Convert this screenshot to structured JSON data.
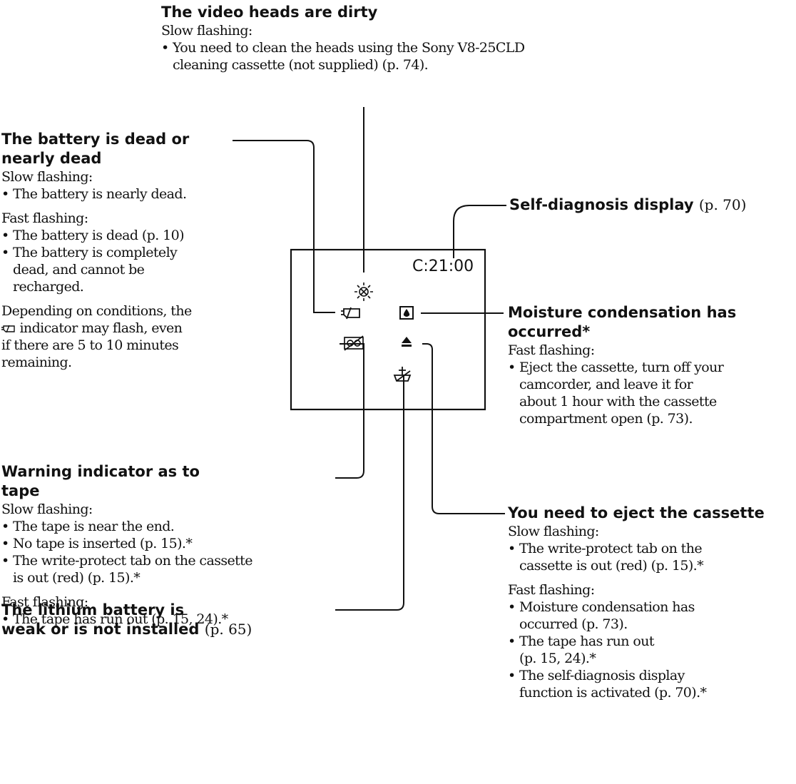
{
  "screen": {
    "counter": "C:21:00",
    "icons": [
      "dirty-heads-icon",
      "battery-icon",
      "moisture-icon",
      "tape-warning-icon",
      "eject-icon",
      "lithium-battery-icon"
    ]
  },
  "heads": {
    "title": "The video heads are dirty",
    "slow_label": "Slow flashing:",
    "items": [
      "You need to clean the heads using the Sony V8-25CLD",
      "cleaning cassette (not supplied) (p. 74)."
    ]
  },
  "battery": {
    "title_line1": "The battery is dead or",
    "title_line2": "nearly dead",
    "slow_label": "Slow flashing:",
    "slow_items": [
      "The battery is nearly dead."
    ],
    "fast_label": "Fast flashing:",
    "fast_items": [
      "The battery is dead (p. 10)",
      "The battery is completely",
      "dead, and cannot be",
      "recharged."
    ],
    "note_line1": "Depending on conditions, the",
    "note_line2": "indicator may flash, even",
    "note_line3": "if there are 5 to 10 minutes",
    "note_line4": "remaining."
  },
  "tape": {
    "title_line1": "Warning indicator as to",
    "title_line2": "tape",
    "slow_label": "Slow flashing:",
    "slow_items": [
      "The tape is near the end.",
      "No tape is inserted (p. 15).*",
      "The write-protect tab on the cassette",
      "is out (red) (p. 15).*"
    ],
    "fast_label": "Fast flashing:",
    "fast_items": [
      "The tape has run out (p. 15, 24).*"
    ]
  },
  "lithium": {
    "title_line1": "The lithium battery is",
    "title_line2": "weak or is not installed",
    "page_ref": "(p. 65)"
  },
  "selfdiag": {
    "title": "Self-diagnosis display",
    "page_ref": "(p. 70)"
  },
  "moisture": {
    "title_line1": "Moisture condensation has",
    "title_line2": "occurred*",
    "fast_label": "Fast flashing:",
    "items": [
      "Eject the cassette, turn off your",
      "camcorder, and leave it for",
      "about 1 hour with the cassette",
      "compartment open (p. 73)."
    ]
  },
  "eject": {
    "title": "You need to eject the cassette",
    "slow_label": "Slow flashing:",
    "slow_items": [
      "The write-protect tab on the",
      "cassette is out (red) (p. 15).*"
    ],
    "fast_label": "Fast flashing:",
    "fast_items": [
      "Moisture condensation has",
      "occurred (p. 73).",
      "The tape has run out",
      "(p. 15, 24).*",
      "The self-diagnosis display",
      "function is activated (p. 70).*"
    ]
  },
  "colors": {
    "ink": "#111111",
    "background": "#ffffff"
  }
}
